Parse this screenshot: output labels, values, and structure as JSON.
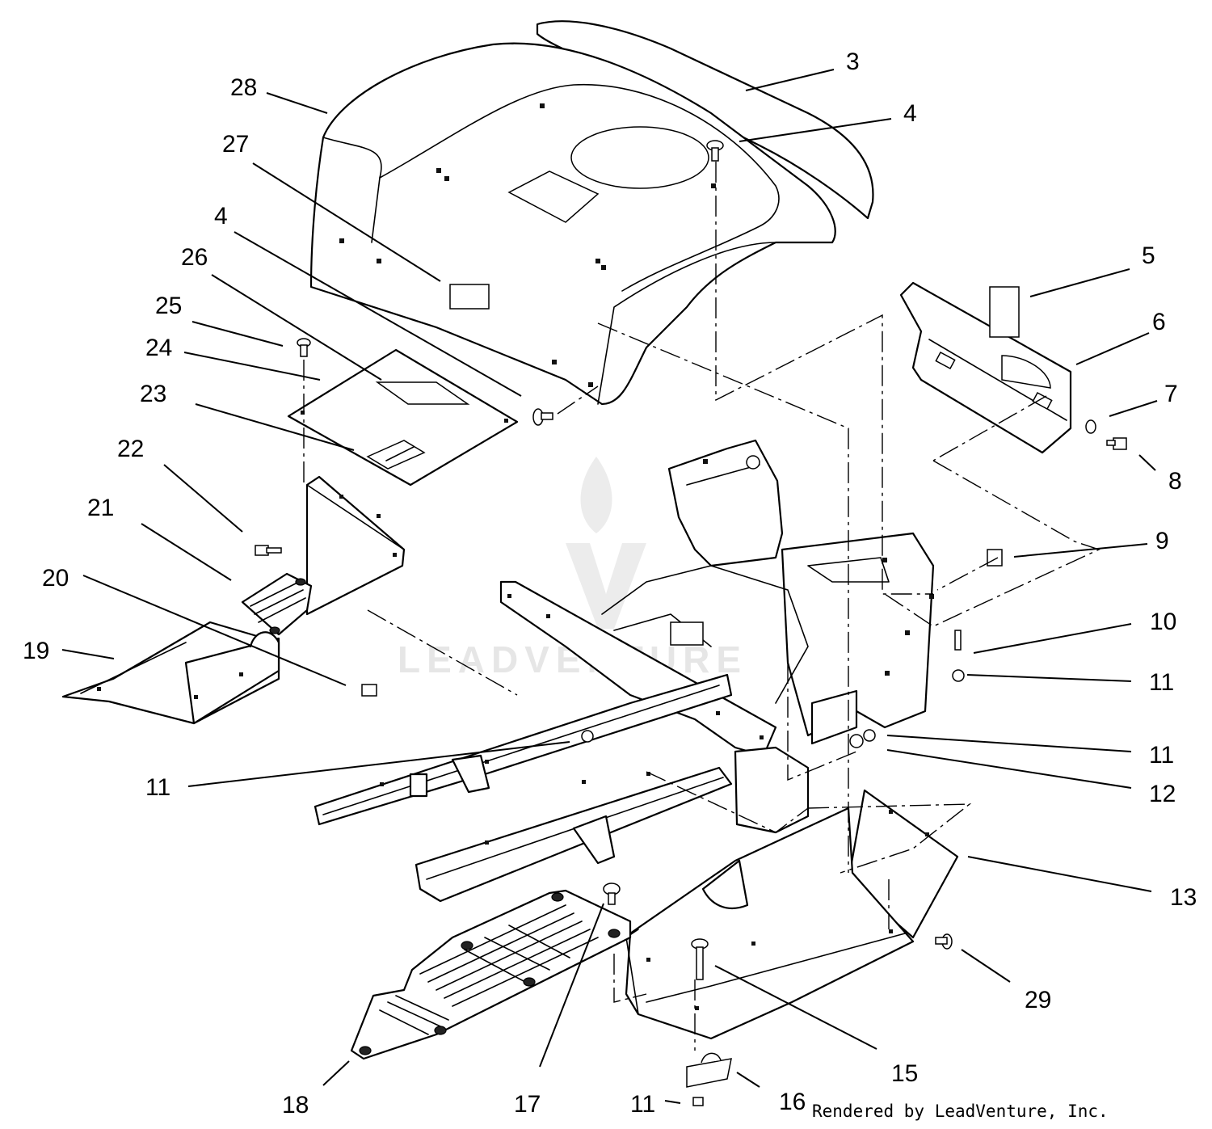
{
  "diagram": {
    "watermark": "LEADVENTURE",
    "credit": "Rendered by LeadVenture, Inc.",
    "callouts": {
      "c28": "28",
      "c3": "3",
      "c27": "27",
      "c4a": "4",
      "c4b": "4",
      "c26": "26",
      "c25": "25",
      "c24": "24",
      "c23": "23",
      "c22": "22",
      "c21": "21",
      "c20": "20",
      "c19": "19",
      "c5": "5",
      "c6": "6",
      "c7": "7",
      "c8": "8",
      "c9": "9",
      "c10": "10",
      "c11a": "11",
      "c11b": "11",
      "c11c": "11",
      "c11d": "11",
      "c12": "12",
      "c13": "13",
      "c29": "29",
      "c15": "15",
      "c16": "16",
      "c17": "17",
      "c18": "18"
    }
  }
}
